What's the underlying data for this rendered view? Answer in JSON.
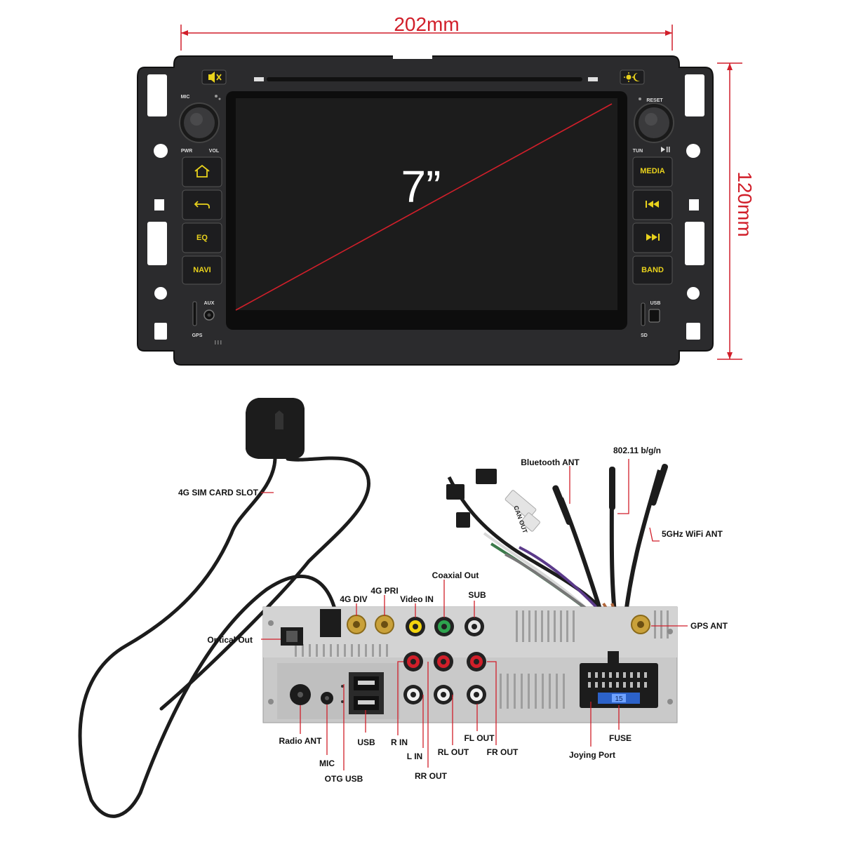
{
  "dimensions": {
    "width": "202mm",
    "height": "120mm",
    "screen_size": "7”"
  },
  "front_panel": {
    "left_buttons": [
      "EQ",
      "NAVI"
    ],
    "right_buttons": [
      "MEDIA",
      "BAND"
    ],
    "labels": {
      "mic": "MIC",
      "pwr": "PWR",
      "vol": "VOL",
      "reset": "RESET",
      "tun": "TUN",
      "aux": "AUX",
      "gps": "GPS",
      "usb": "USB",
      "sd": "SD"
    },
    "icons": [
      "mute-icon",
      "brightness-icon",
      "home-icon",
      "back-icon",
      "prev-track-icon",
      "next-track-icon",
      "play-pause-icon"
    ]
  },
  "rear_connectors": {
    "sim_slot": "4G SIM CARD SLOT",
    "bluetooth": "Bluetooth ANT",
    "wifi": "802.11 b/g/n",
    "wifi_5g": "5GHz WiFi ANT",
    "gps_ant": "GPS ANT",
    "coaxial_out": "Coaxial Out",
    "lte_div": "4G DIV",
    "lte_pri": "4G PRI",
    "video_in": "Video IN",
    "sub": "SUB",
    "optical_out": "Optical Out",
    "radio_ant": "Radio ANT",
    "usb": "USB",
    "mic": "MIC",
    "otg_usb": "OTG USB",
    "r_in": "R IN",
    "l_in": "L IN",
    "rl_out": "RL OUT",
    "rr_out": "RR OUT",
    "fl_out": "FL OUT",
    "fr_out": "FR OUT",
    "joying_port": "Joying Port",
    "fuse": "FUSE",
    "can_tag": "CAN OUT",
    "fuse_rating": "15"
  },
  "colors": {
    "dimension": "#d11f2a",
    "button_text": "#e9d21c",
    "panel": "#2b2b2d",
    "screen": "#1a1a1a"
  }
}
